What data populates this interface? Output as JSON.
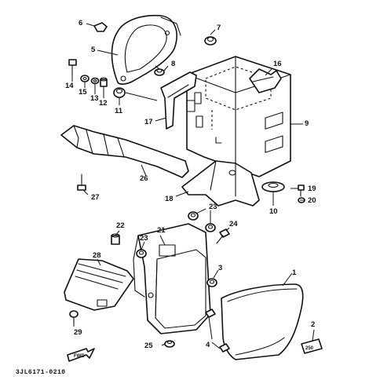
{
  "diagram": {
    "code": "3JL6171-0210",
    "fwd_label": "FWD",
    "badge_text": "250",
    "callouts": [
      "1",
      "2",
      "3",
      "4",
      "5",
      "6",
      "7",
      "8",
      "9",
      "10",
      "11",
      "12",
      "13",
      "14",
      "15",
      "16",
      "17",
      "18",
      "19",
      "20",
      "21",
      "22",
      "23",
      "23",
      "24",
      "25",
      "26",
      "27",
      "28",
      "29"
    ]
  },
  "colors": {
    "line": "#111111",
    "background": "#ffffff"
  }
}
